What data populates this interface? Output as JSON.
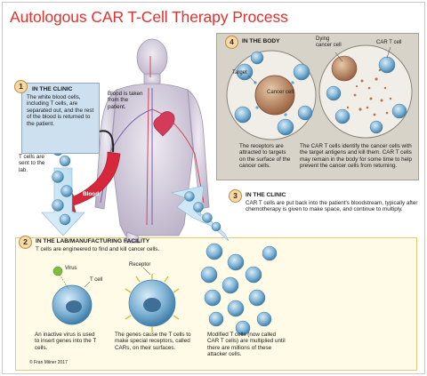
{
  "title": "Autologous CAR T-Cell Therapy Process",
  "step1": {
    "number": "1",
    "heading": "IN THE CLINIC",
    "text": "The white blood cells, including T cells, are separated out, and the rest of the blood is returned to the patient.",
    "blood_taken": "Blood is taken from the patient.",
    "sent_to_lab": "T cells are sent to the lab.",
    "blood_label": "Blood"
  },
  "step2": {
    "number": "2",
    "heading": "IN THE LAB/MANUFACTURING FACILITY",
    "text": "T cells are engineered to find and kill cancer cells.",
    "virus_label": "Virus",
    "tcell_label": "T cell",
    "receptor_label": "Receptor",
    "caption_virus": "An inactive virus is used to insert genes into the T cells.",
    "caption_genes": "The genes cause the T cells to make special receptors, called CARs, on their surfaces.",
    "caption_multiply": "Modified T cells (now called CAR T cells) are multiplied until there are millions of these attacker cells.",
    "credit": "© Fran Milner 2017"
  },
  "step3": {
    "number": "3",
    "heading": "IN THE CLINIC",
    "text": "CAR T cells are put back into the patient's bloodstream, typically after chemotherapy is given to make space, and continue to multiply."
  },
  "step4": {
    "number": "4",
    "heading": "IN THE BODY",
    "target_label": "Target",
    "cancer_label": "Cancer cell",
    "dying_label": "Dying cancer cell",
    "cart_label": "CAR T cell",
    "caption_left": "The receptors are attracted to targets on the surface of the cancer cells.",
    "caption_right": "The CAR T cells identify the cancer cells with the target antigens and kill them. CAR T cells may remain in the body for some time to help prevent the cancer cells from returning."
  },
  "colors": {
    "title": "#e0322e",
    "clinic_box": "#cde0ef",
    "body_panel": "#d8d3c9",
    "lab_panel": "#fffbe6",
    "tcell": "#7fb2d4",
    "cancer_cell": "#b98766",
    "blood_arrow": "#d6283a",
    "badge": "#f6d9a7"
  }
}
